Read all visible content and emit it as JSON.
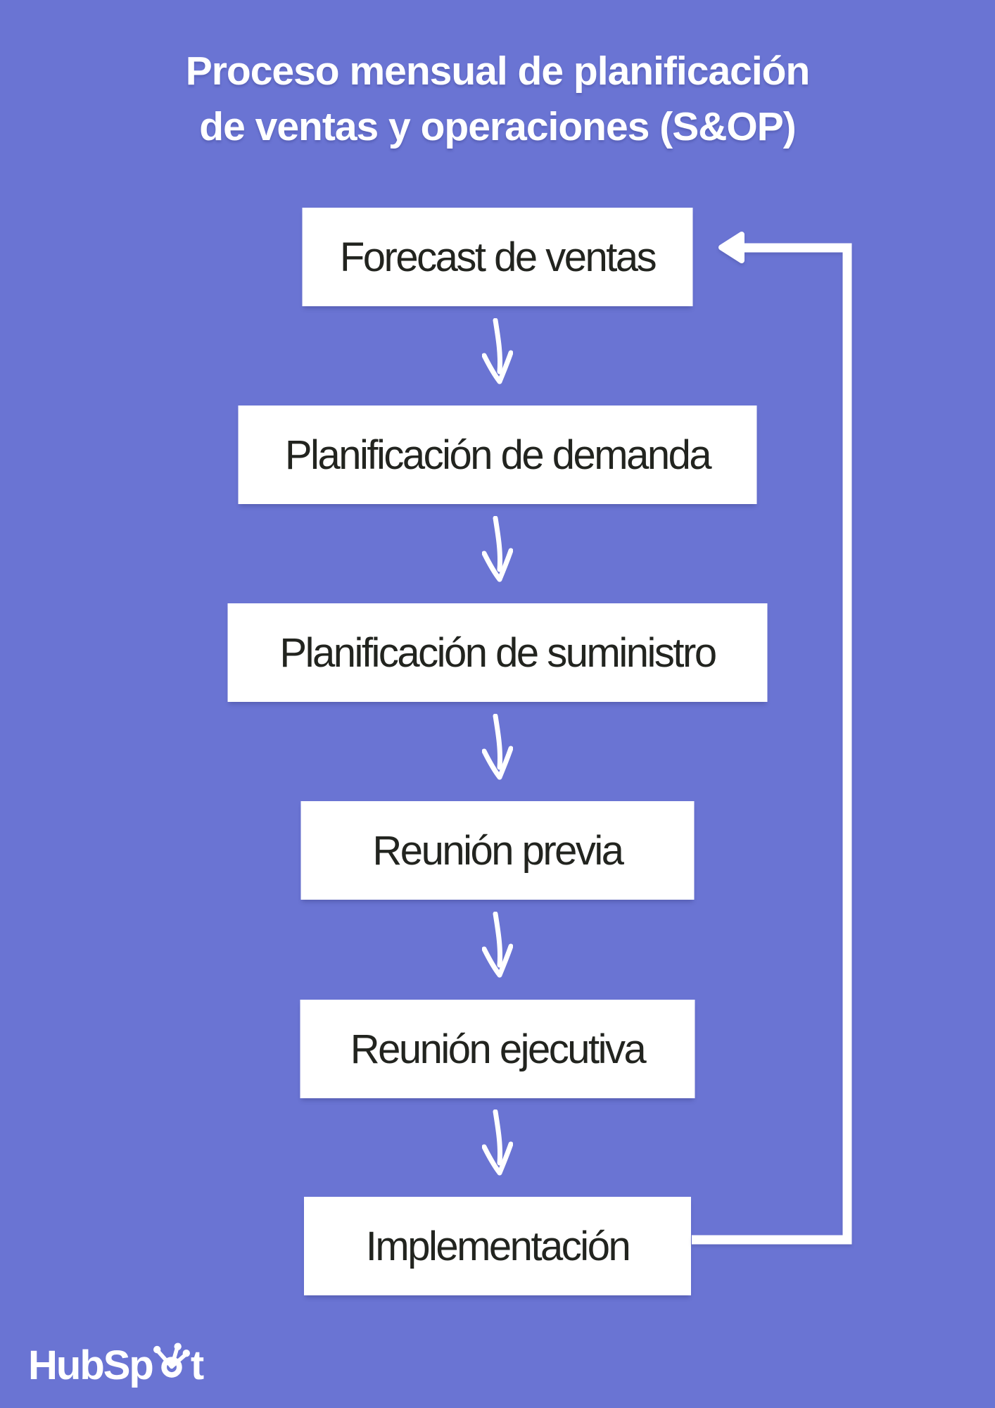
{
  "title": {
    "line1": "Proceso mensual de planificación",
    "line2": "de ventas y operaciones (S&OP)"
  },
  "flow": {
    "steps": [
      {
        "label": "Forecast de ventas"
      },
      {
        "label": "Planificación de demanda"
      },
      {
        "label": "Planificación de suministro"
      },
      {
        "label": "Reunión previa"
      },
      {
        "label": "Reunión ejecutiva"
      },
      {
        "label": "Implementación"
      }
    ],
    "icons": {
      "step_connector": "hand-drawn-down-arrow-icon",
      "feedback": "feedback-loop-arrow-icon"
    }
  },
  "logo": {
    "text": "HubSpot",
    "icon": "hubspot-sprocket-icon"
  },
  "colors": {
    "background": "#6a74d3",
    "box_fill": "#ffffff",
    "box_text": "#22241f",
    "title_text": "#ffffff",
    "arrow": "#ffffff"
  }
}
